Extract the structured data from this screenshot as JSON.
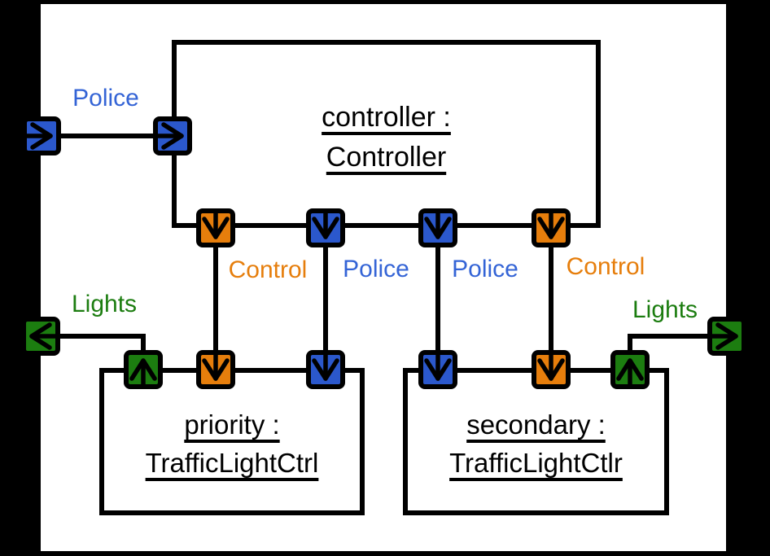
{
  "diagram": {
    "blocks": {
      "controller": {
        "line1": "controller :",
        "line2": "Controller"
      },
      "priority": {
        "line1": "priority :",
        "line2": "TrafficLightCtrl"
      },
      "secondary": {
        "line1": "secondary :",
        "line2": "TrafficLightCtlr"
      }
    },
    "port_labels": {
      "police_top_left": "Police",
      "control_left": "Control",
      "police_center_left": "Police",
      "police_center_right": "Police",
      "control_right": "Control",
      "lights_left": "Lights",
      "lights_right": "Lights"
    },
    "colors": {
      "police_blue": "#2B58CC",
      "police_label_blue": "#3464D6",
      "control_orange": "#E67E0C",
      "lights_green": "#1C7D10",
      "line_black": "#000000",
      "frame_background": "#000000",
      "canvas_white": "#FFFFFF"
    }
  }
}
